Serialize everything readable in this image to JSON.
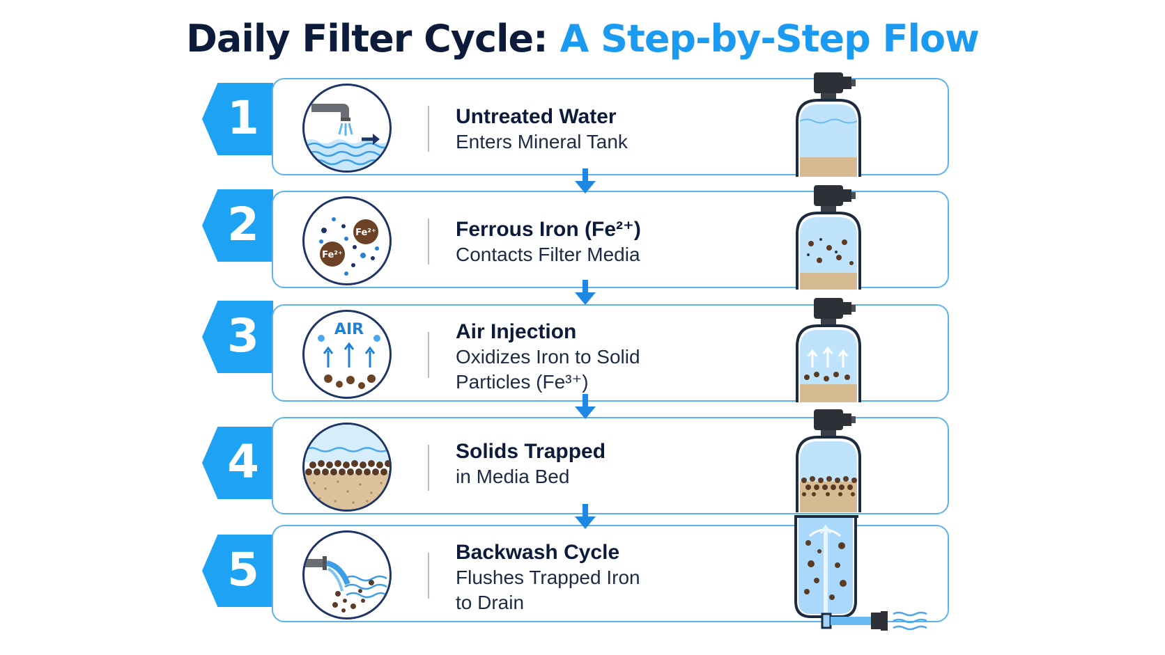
{
  "title": {
    "part1": "Daily Filter Cycle:",
    "part2": "A Step-by-Step Flow"
  },
  "colors": {
    "accent": "#1ea2f3",
    "navy": "#0d1b3a",
    "card_border": "#5ab2ee",
    "water": "#bfe3fb",
    "media": "#dcc29c",
    "iron": "#5a3a25"
  },
  "steps": [
    {
      "number": "1",
      "title": "Untreated Water",
      "desc": [
        "Enters Mineral Tank"
      ],
      "icon": "faucet-water-icon"
    },
    {
      "number": "2",
      "title": "Ferrous Iron (Fe²⁺)",
      "desc": [
        "Contacts Filter Media"
      ],
      "icon": "iron-particles-icon",
      "icon_label": "Fe²⁺"
    },
    {
      "number": "3",
      "title": "Air Injection",
      "desc": [
        "Oxidizes Iron to Solid",
        "Particles (Fe³⁺)"
      ],
      "icon": "air-injection-icon",
      "icon_label": "AIR"
    },
    {
      "number": "4",
      "title": "Solids Trapped",
      "desc": [
        "in Media Bed"
      ],
      "icon": "media-bed-icon"
    },
    {
      "number": "5",
      "title": "Backwash Cycle",
      "desc": [
        "Flushes Trapped Iron",
        "to Drain"
      ],
      "icon": "backwash-drain-icon"
    }
  ]
}
